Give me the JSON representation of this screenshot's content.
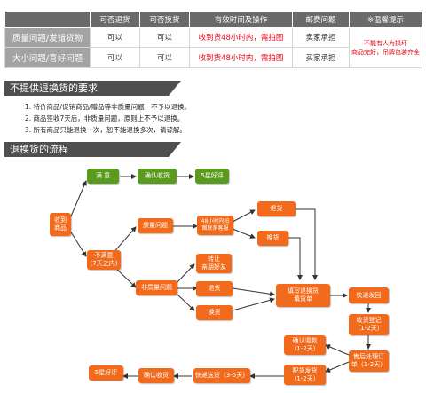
{
  "table": {
    "headers": [
      "",
      "可否退货",
      "可否换货",
      "有效时间及操作",
      "邮费问题",
      "※温馨提示"
    ],
    "rows": [
      {
        "label": "质量问题/发错货物",
        "return": "可以",
        "exchange": "可以",
        "time": "收到货48小时内，需拍图",
        "postage": "卖家承担"
      },
      {
        "label": "大小问题/喜好问题",
        "return": "可以",
        "exchange": "可以",
        "time": "收到货48小时内，需拍图",
        "postage": "买家承担"
      }
    ],
    "note": "不能有人为损坏\n商品完好，吊牌包装齐全"
  },
  "section1": {
    "title": "不提供退换货的要求",
    "items": [
      "1. 特价商品/促销商品/赠品等非质量问题，不予以退换。",
      "2. 商品签收7天后，非质量问题，原则上不予以退换。",
      "3. 所有商品只能退换一次，恕不能退换多次，请谅解。"
    ]
  },
  "section2": {
    "title": "退换货的流程"
  },
  "flow": {
    "receive": "收到\n商品",
    "satisfied": "满  意",
    "confirm1": "确认收货",
    "fivestar1": "5星好评",
    "unsatisfied": "不满意\n(7天之内)",
    "quality": "质量问题",
    "contact48": "48小时内拍\n图联系客服",
    "return1": "退货",
    "exchange1": "换货",
    "nonquality": "非质量问题",
    "gift": "转让\n亲朋好友",
    "return2": "退货",
    "exchange2": "换货",
    "fillform": "填写退换货\n填货单",
    "send": "快递发回",
    "register": "收货登记\n（1-2天）",
    "process": "售后处理订\n单（1-2天）",
    "refund": "确认退款\n（1-2天）",
    "redeliver": "配货发货\n（1-2天）",
    "express": "快递送货（3-5天）",
    "confirm2": "确认收货",
    "fivestar2": "5星好评"
  },
  "colors": {
    "orange": "#f26a1b",
    "green": "#5a9a1c",
    "red": "#e60012",
    "banner": "#4f4f4f"
  }
}
